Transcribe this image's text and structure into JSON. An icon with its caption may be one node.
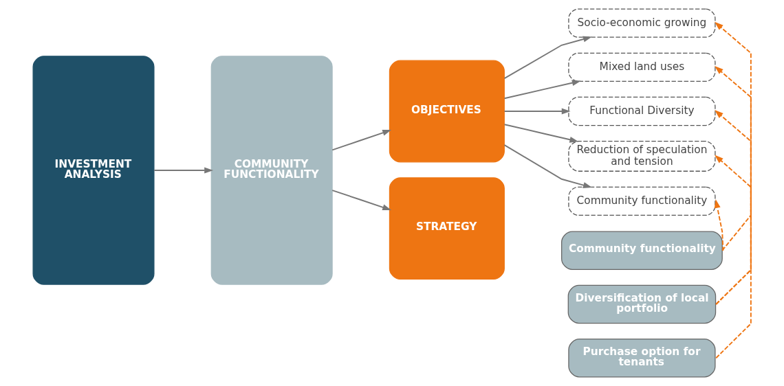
{
  "diagram": {
    "nodes": [
      {
        "text": [
          "INVESTMENT ANALYSIS"
        ]
      },
      {
        "text": [
          "COMMUNITY FUNCTIONALITY"
        ]
      },
      {
        "text": [
          "OBJECTIVES"
        ]
      },
      {
        "text": [
          "STRATEGY"
        ]
      },
      {
        "text": [
          "Socio-economic growing"
        ]
      },
      {
        "text": [
          "Mixed land uses"
        ]
      },
      {
        "text": [
          "Functional Diversity"
        ]
      },
      {
        "text": [
          "Reduction of speculation and tension"
        ]
      },
      {
        "text": [
          "Community functionality"
        ]
      },
      {
        "text": [
          "Community functionality"
        ]
      },
      {
        "text": [
          "Diversification of local portfolio"
        ]
      },
      {
        "text": [
          "Purchase option for tenants"
        ]
      }
    ],
    "edges": [
      {
        "from": 0,
        "to": 1,
        "arrow": "to"
      },
      {
        "from": 1,
        "to": 2,
        "arrow": "to"
      },
      {
        "from": 1,
        "to": 3,
        "arrow": "to"
      },
      {
        "from": 2,
        "to": 4,
        "arrow": "to"
      },
      {
        "from": 2,
        "to": 5,
        "arrow": "to"
      },
      {
        "from": 2,
        "to": 6,
        "arrow": "to"
      },
      {
        "from": 2,
        "to": 7,
        "arrow": "to"
      },
      {
        "from": 2,
        "to": 8,
        "arrow": "to"
      },
      {
        "from": 9,
        "to": 7,
        "arrow": "to",
        "style": "dashed",
        "color": "#ee7512"
      },
      {
        "from": 9,
        "to": 8,
        "arrow": "to",
        "style": "dashed",
        "color": "#ee7512"
      },
      {
        "from": 10,
        "to": 5,
        "arrow": "to",
        "style": "dashed",
        "color": "#ee7512"
      },
      {
        "from": 10,
        "to": 6,
        "arrow": "to",
        "style": "dashed",
        "color": "#ee7512"
      },
      {
        "from": 11,
        "to": 4,
        "arrow": "to",
        "style": "dashed",
        "color": "#ee7512"
      }
    ]
  }
}
